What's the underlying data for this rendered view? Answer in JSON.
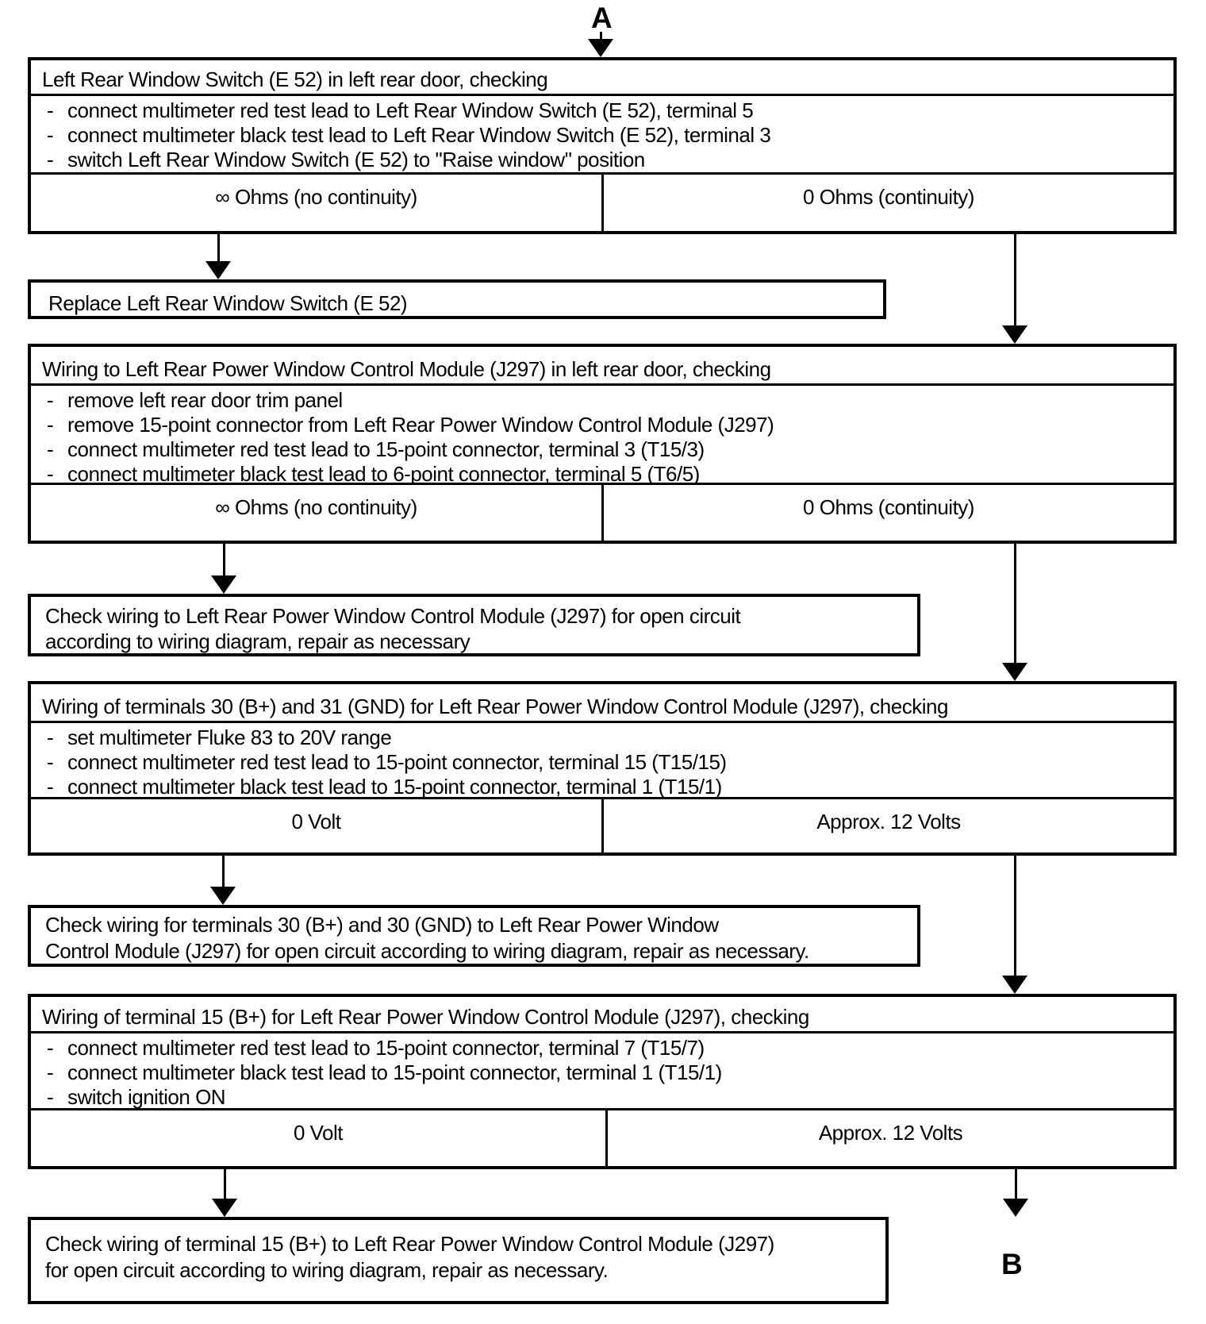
{
  "flow": {
    "entry_label": "A",
    "exit_label": "B",
    "bullet_marker": "-",
    "box1": {
      "title": "Left Rear Window Switch (E 52) in left rear door, checking",
      "bullets": [
        "connect multimeter red test lead to Left Rear Window Switch (E 52), terminal 5",
        "connect multimeter black test lead to Left Rear Window Switch (E 52), terminal 3",
        "switch Left Rear Window Switch (E 52) to \"Raise window\" position"
      ],
      "result_no": "∞ Ohms  (no continuity)",
      "result_yes": "0 Ohms  (continuity)"
    },
    "box2": {
      "text": "Replace Left Rear Window Switch (E 52)"
    },
    "box3": {
      "title": "Wiring to Left Rear Power Window Control Module (J297) in left rear door, checking",
      "bullets": [
        "remove left rear door trim panel",
        "remove 15-point connector from  Left Rear Power Window Control Module (J297)",
        "connect multimeter red test lead to 15-point connector,  terminal 3 (T15/3)",
        "connect multimeter black test lead to 6-point connector,  terminal 5 (T6/5)"
      ],
      "result_no": "∞ Ohms  (no continuity)",
      "result_yes": "0 Ohms  (continuity)"
    },
    "box4": {
      "line1": "Check wiring to Left Rear Power Window Control Module (J297) for open circuit",
      "line2": "according to wiring diagram, repair as necessary"
    },
    "box5": {
      "title": "Wiring of terminals 30 (B+) and 31 (GND) for Left Rear Power Window Control Module (J297), checking",
      "bullets": [
        "set multimeter Fluke 83 to 20V range",
        "connect multimeter red test lead to 15-point connector,  terminal 15 (T15/15)",
        "connect multimeter black test lead to 15-point connector, terminal 1 (T15/1)"
      ],
      "result_no": "0 Volt",
      "result_yes": "Approx. 12 Volts"
    },
    "box6": {
      "line1": "Check wiring for terminals 30 (B+) and 30 (GND) to Left Rear Power Window",
      "line2": "Control Module (J297) for open circuit  according to wiring diagram, repair as necessary."
    },
    "box7": {
      "title": "Wiring of terminal 15 (B+) for Left Rear Power Window Control Module (J297), checking",
      "bullets": [
        "connect multimeter red test lead to 15-point connector,  terminal 7 (T15/7)",
        "connect multimeter black test lead to 15-point connector,  terminal 1 (T15/1)",
        "switch ignition ON"
      ],
      "result_no": "0 Volt",
      "result_yes": "Approx. 12 Volts"
    },
    "box8": {
      "line1": "Check wiring of terminal 15 (B+) to Left Rear Power Window Control Module (J297)",
      "line2": "for open circuit  according to wiring diagram,  repair as necessary."
    }
  }
}
